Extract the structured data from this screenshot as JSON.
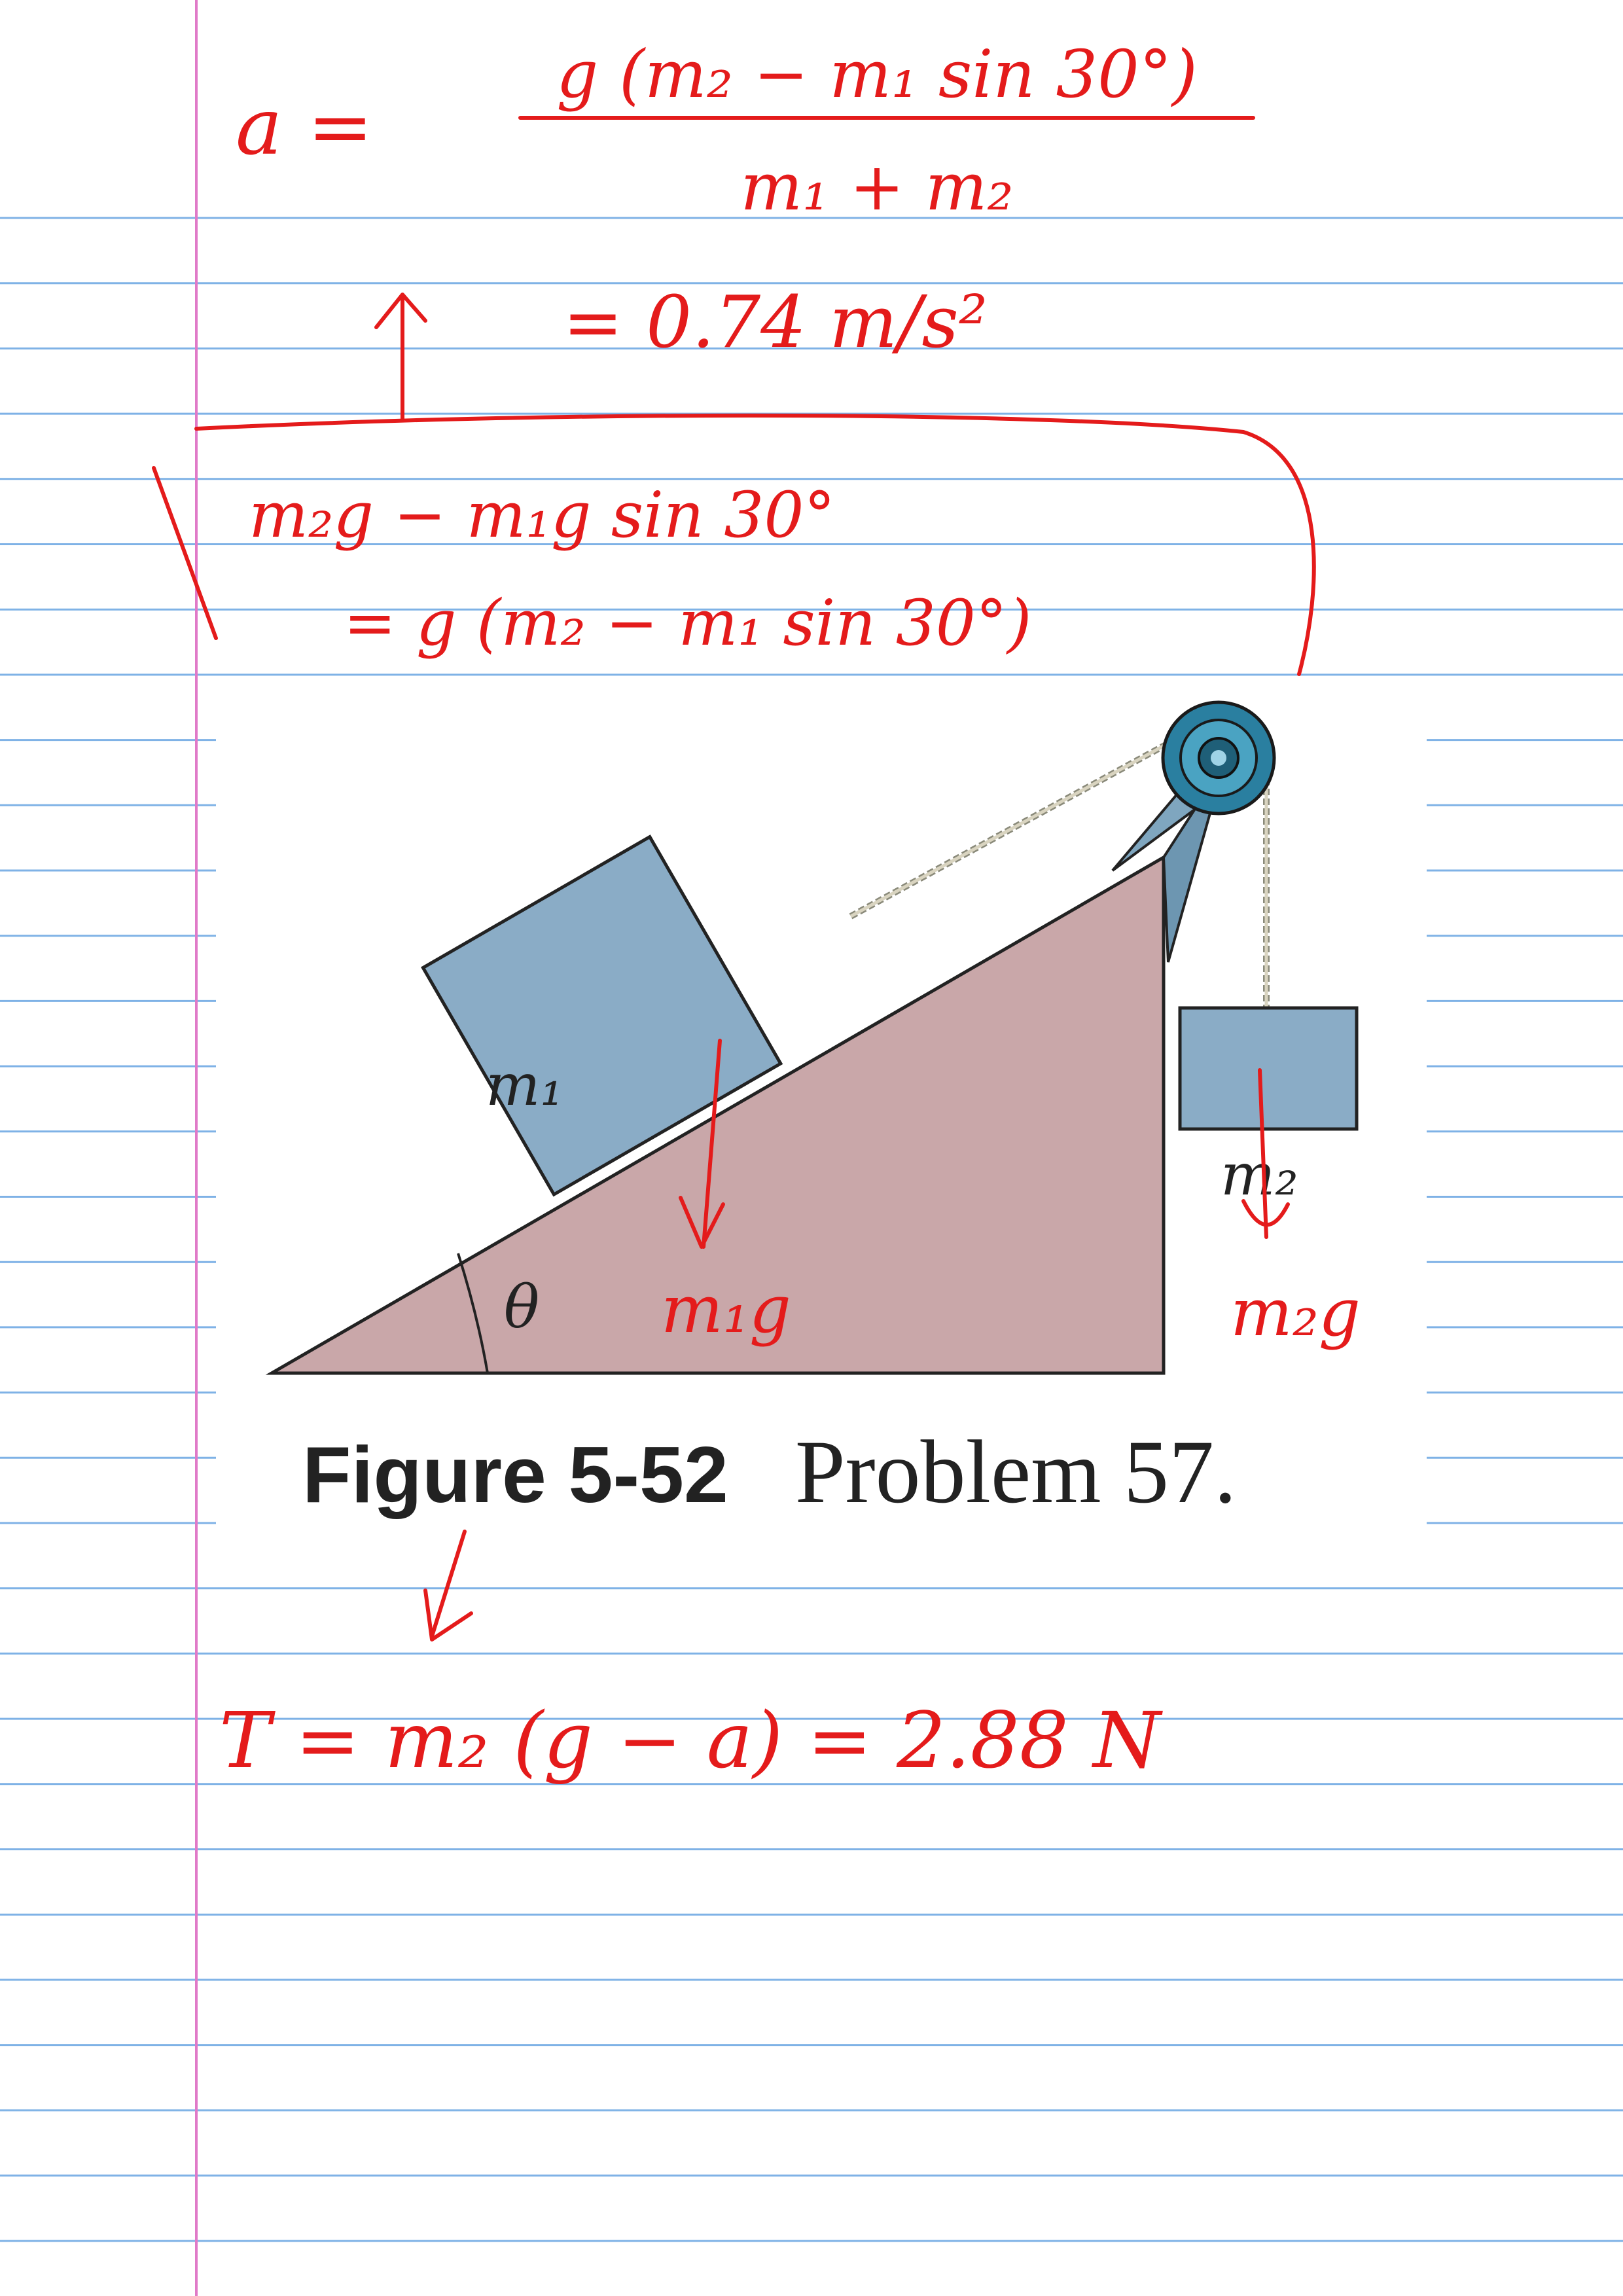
{
  "colors": {
    "rule_line": "#7fb2e6",
    "margin_line": "#e07ac8",
    "ink": "#e41b1b",
    "incline": "#c9a7a9",
    "block": "#8aacc6",
    "pulley": "#2a7fa0"
  },
  "notes": {
    "accel_lhs": "a =",
    "accel_numerator": "g (m₂ − m₁ sin 30°)",
    "accel_denominator": "m₁ + m₂",
    "accel_value": "= 0.74 m/s²",
    "derivation_line1": "m₂g − m₁g sin 30°",
    "derivation_line2": "= g (m₂ − m₁ sin 30°)",
    "tension": "T = m₂ (g − a) = 2.88 N",
    "force_m1": "m₁g",
    "force_m2": "m₂g"
  },
  "figure": {
    "label_m1": "m₁",
    "label_m2": "m₂",
    "label_theta": "θ",
    "caption_bold": "Figure 5-52",
    "caption_text": "Problem 57."
  }
}
